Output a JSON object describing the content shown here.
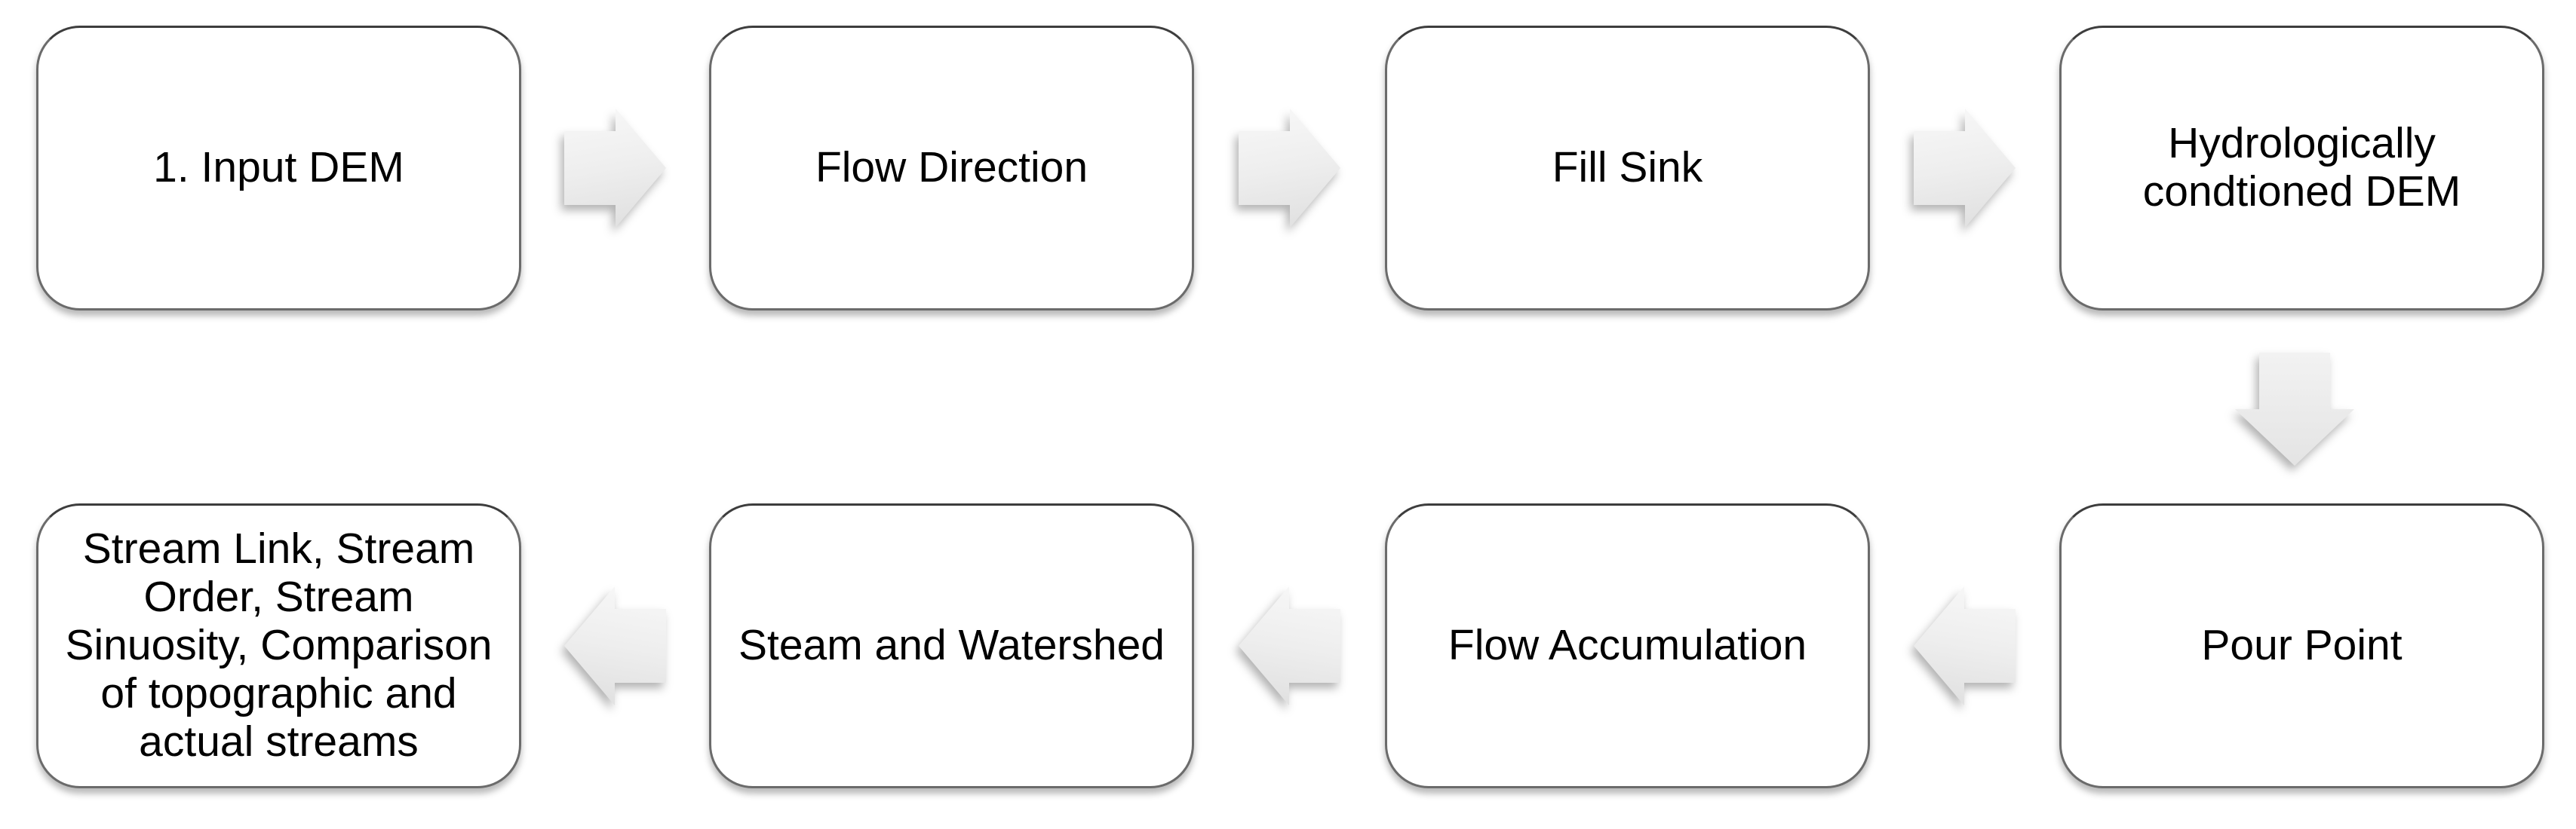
{
  "diagram": {
    "type": "flowchart",
    "title": "",
    "background": "#ffffff",
    "nodes": [
      {
        "id": "input-dem",
        "label": "1. Input DEM"
      },
      {
        "id": "flow-direction",
        "label": "Flow Direction"
      },
      {
        "id": "fill-sink",
        "label": "Fill Sink"
      },
      {
        "id": "hydrologically-conditioned-dem",
        "label": "Hydrologically condtioned DEM"
      },
      {
        "id": "pour-point",
        "label": "Pour Point"
      },
      {
        "id": "flow-accumulation",
        "label": "Flow Accumulation"
      },
      {
        "id": "steam-and-watershed",
        "label": "Steam and Watershed"
      },
      {
        "id": "stream-analysis",
        "label": "Stream Link, Stream Order, Stream Sinuosity, Comparison of topographic and actual streams"
      }
    ],
    "connectors": [
      {
        "from": "input-dem",
        "to": "flow-direction",
        "direction": "right",
        "icon": "arrow-right-icon"
      },
      {
        "from": "flow-direction",
        "to": "fill-sink",
        "direction": "right",
        "icon": "arrow-right-icon"
      },
      {
        "from": "fill-sink",
        "to": "hydrologically-conditioned-dem",
        "direction": "right",
        "icon": "arrow-right-icon"
      },
      {
        "from": "hydrologically-conditioned-dem",
        "to": "pour-point",
        "direction": "down",
        "icon": "arrow-down-icon"
      },
      {
        "from": "pour-point",
        "to": "flow-accumulation",
        "direction": "left",
        "icon": "arrow-left-icon"
      },
      {
        "from": "flow-accumulation",
        "to": "steam-and-watershed",
        "direction": "left",
        "icon": "arrow-left-icon"
      },
      {
        "from": "steam-and-watershed",
        "to": "stream-analysis",
        "direction": "left",
        "icon": "arrow-left-icon"
      }
    ],
    "colors": {
      "node_fill": "#ffffff",
      "node_border": "#6b6b6b",
      "node_border_top": "#3d3d3d",
      "arrow_fill_top": "#f8f8f8",
      "arrow_fill_bottom": "#e2e2e2",
      "text": "#000000"
    }
  }
}
